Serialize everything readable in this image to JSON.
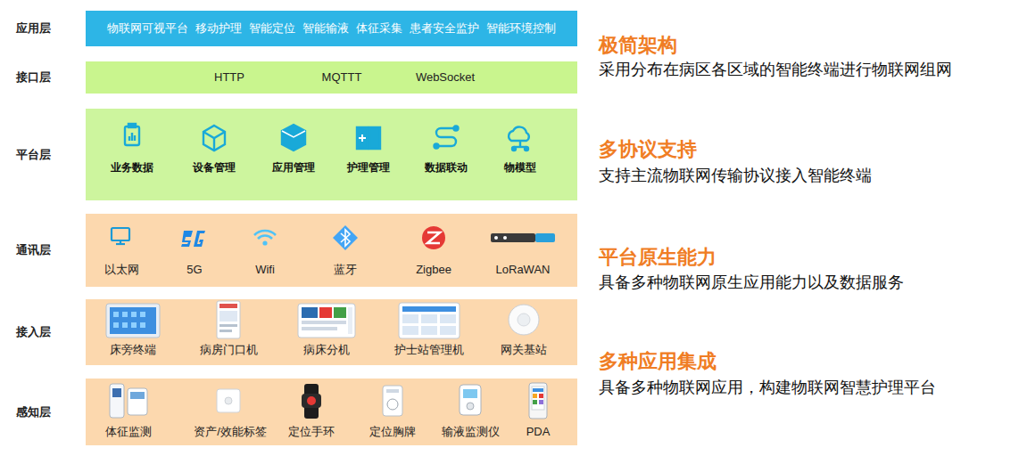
{
  "diagram": {
    "nodes": [
      {
        "text": [
          "应用层",
          "物联网可视平台",
          "移动护理",
          "智能定位",
          "智能输液",
          "体征采集",
          "患者安全监护",
          "智能环境控制"
        ]
      },
      {
        "text": [
          "接口层",
          "HTTP",
          "MQTTT",
          "WebSocket"
        ]
      },
      {
        "text": [
          "平台层",
          "业务数据",
          "设备管理",
          "应用管理",
          "护理管理",
          "数据联动",
          "物模型"
        ]
      },
      {
        "text": [
          "通讯层",
          "以太网",
          "5G",
          "Wifi",
          "蓝牙",
          "Zigbee",
          "LoRaWAN"
        ]
      },
      {
        "text": [
          "接入层",
          "床旁终端",
          "病房门口机",
          "病床分机",
          "护士站管理机",
          "网关基站"
        ]
      },
      {
        "text": [
          "感知层",
          "体征监测",
          "资产/效能标签",
          "定位手环",
          "定位胸牌",
          "输液监测仪",
          "PDA"
        ]
      }
    ],
    "labels": [
      "极简架构",
      "采用分布在病区各区域的智能终端进行物联网组网",
      "多协议支持",
      "支持主流物联网传输协议接入智能终端",
      "平台原生能力",
      "具备多种物联网原生应用能力以及数据服务",
      "多种应用集成",
      "具备多种物联网应用，构建物联网智慧护理平台"
    ]
  }
}
